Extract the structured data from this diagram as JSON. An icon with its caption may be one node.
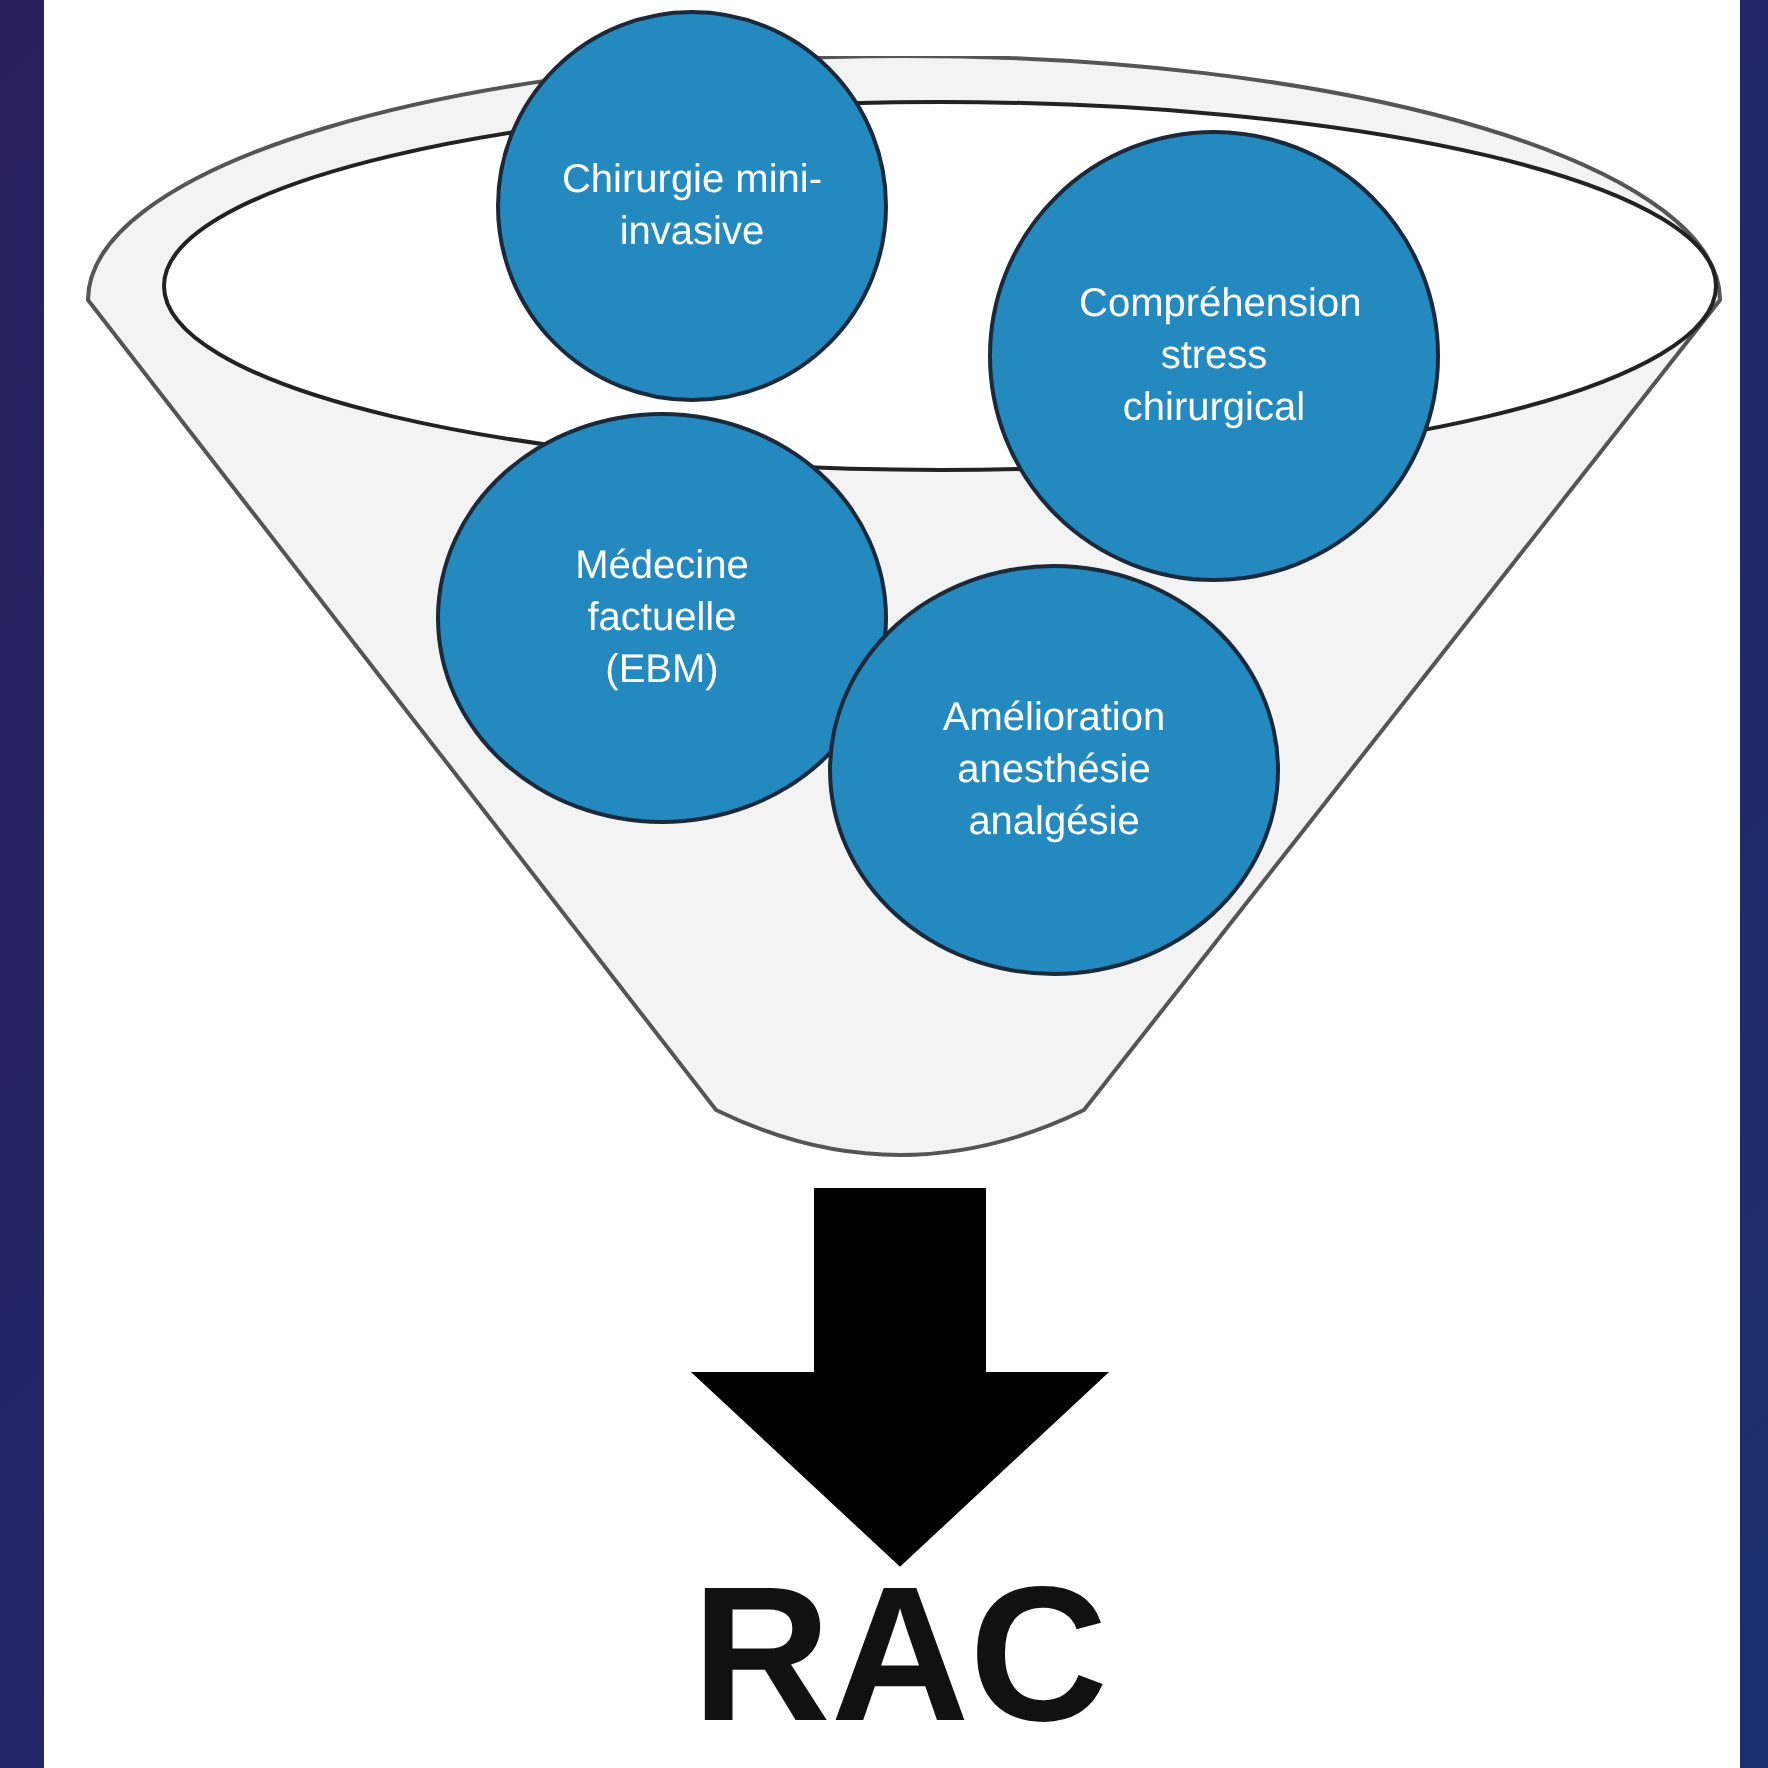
{
  "diagram": {
    "nodes": [
      {
        "text": [],
        "shape": "funnel"
      },
      {
        "text": [
          "Chirurgie mini- invasive"
        ],
        "in": 0
      },
      {
        "text": [
          "Compréhension stress chirurgical"
        ],
        "in": 0
      },
      {
        "text": [
          "Médecine factuelle (EBM)"
        ],
        "in": 0
      },
      {
        "text": [
          "Amélioration anesthésie analgésie"
        ],
        "in": 0
      },
      {
        "text": [
          "RAC"
        ]
      }
    ],
    "edges": [
      {
        "from": 0,
        "to": 5,
        "arrow": "to",
        "style": "thick"
      }
    ]
  }
}
